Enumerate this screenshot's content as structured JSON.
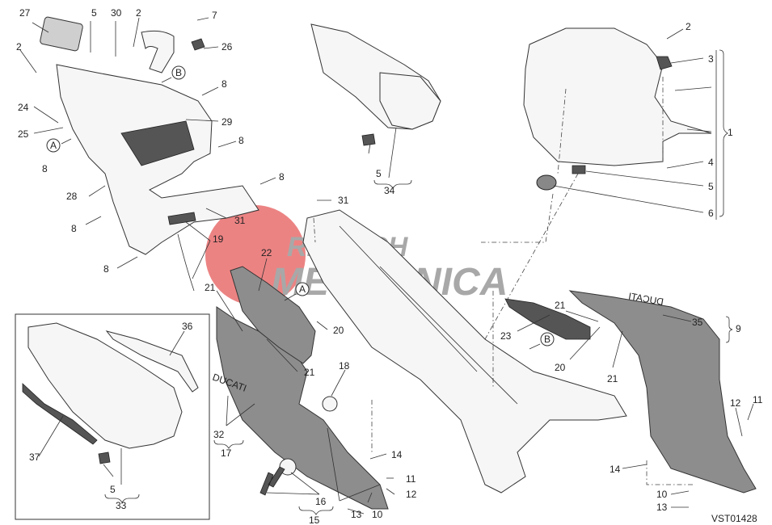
{
  "drawing": {
    "code": "VST01428",
    "arrow_ref_a": "A",
    "arrow_ref_b": "B"
  },
  "watermark": {
    "line1": "REJBICH",
    "line2": "MECCANICA",
    "color": "#e03030"
  },
  "logos": {
    "ducati_side_1": "DUCATI",
    "ducati_side_2": "DUCATI"
  },
  "callouts": {
    "c27": "27",
    "c5a": "5",
    "c30": "30",
    "c2a": "2",
    "c7": "7",
    "c26": "26",
    "c2b": "2",
    "c8a": "8",
    "c24": "24",
    "c25": "25",
    "c29": "29",
    "c8b": "8",
    "c8c": "8",
    "c8d": "8",
    "c28": "28",
    "c31a": "31",
    "c8e": "8",
    "c19": "19",
    "c8f": "8",
    "c5b": "5",
    "c34": "34",
    "c31b": "31",
    "c2c": "2",
    "c3": "3",
    "c1": "1",
    "c4": "4",
    "c5c": "5",
    "c6": "6",
    "c22": "22",
    "c21a": "21",
    "c20a": "20",
    "c21b": "21",
    "c36": "36",
    "c18": "18",
    "c32": "32",
    "c17": "17",
    "c37": "37",
    "c5d": "5",
    "c33": "33",
    "c14a": "14",
    "c11a": "11",
    "c12a": "12",
    "c16": "16",
    "c15": "15",
    "c13a": "13",
    "c10a": "10",
    "c23": "23",
    "c21c": "21",
    "c20b": "20",
    "c21d": "21",
    "c35": "35",
    "c9": "9",
    "c12b": "12",
    "c11b": "11",
    "c14b": "14",
    "c10b": "10",
    "c13b": "13"
  }
}
